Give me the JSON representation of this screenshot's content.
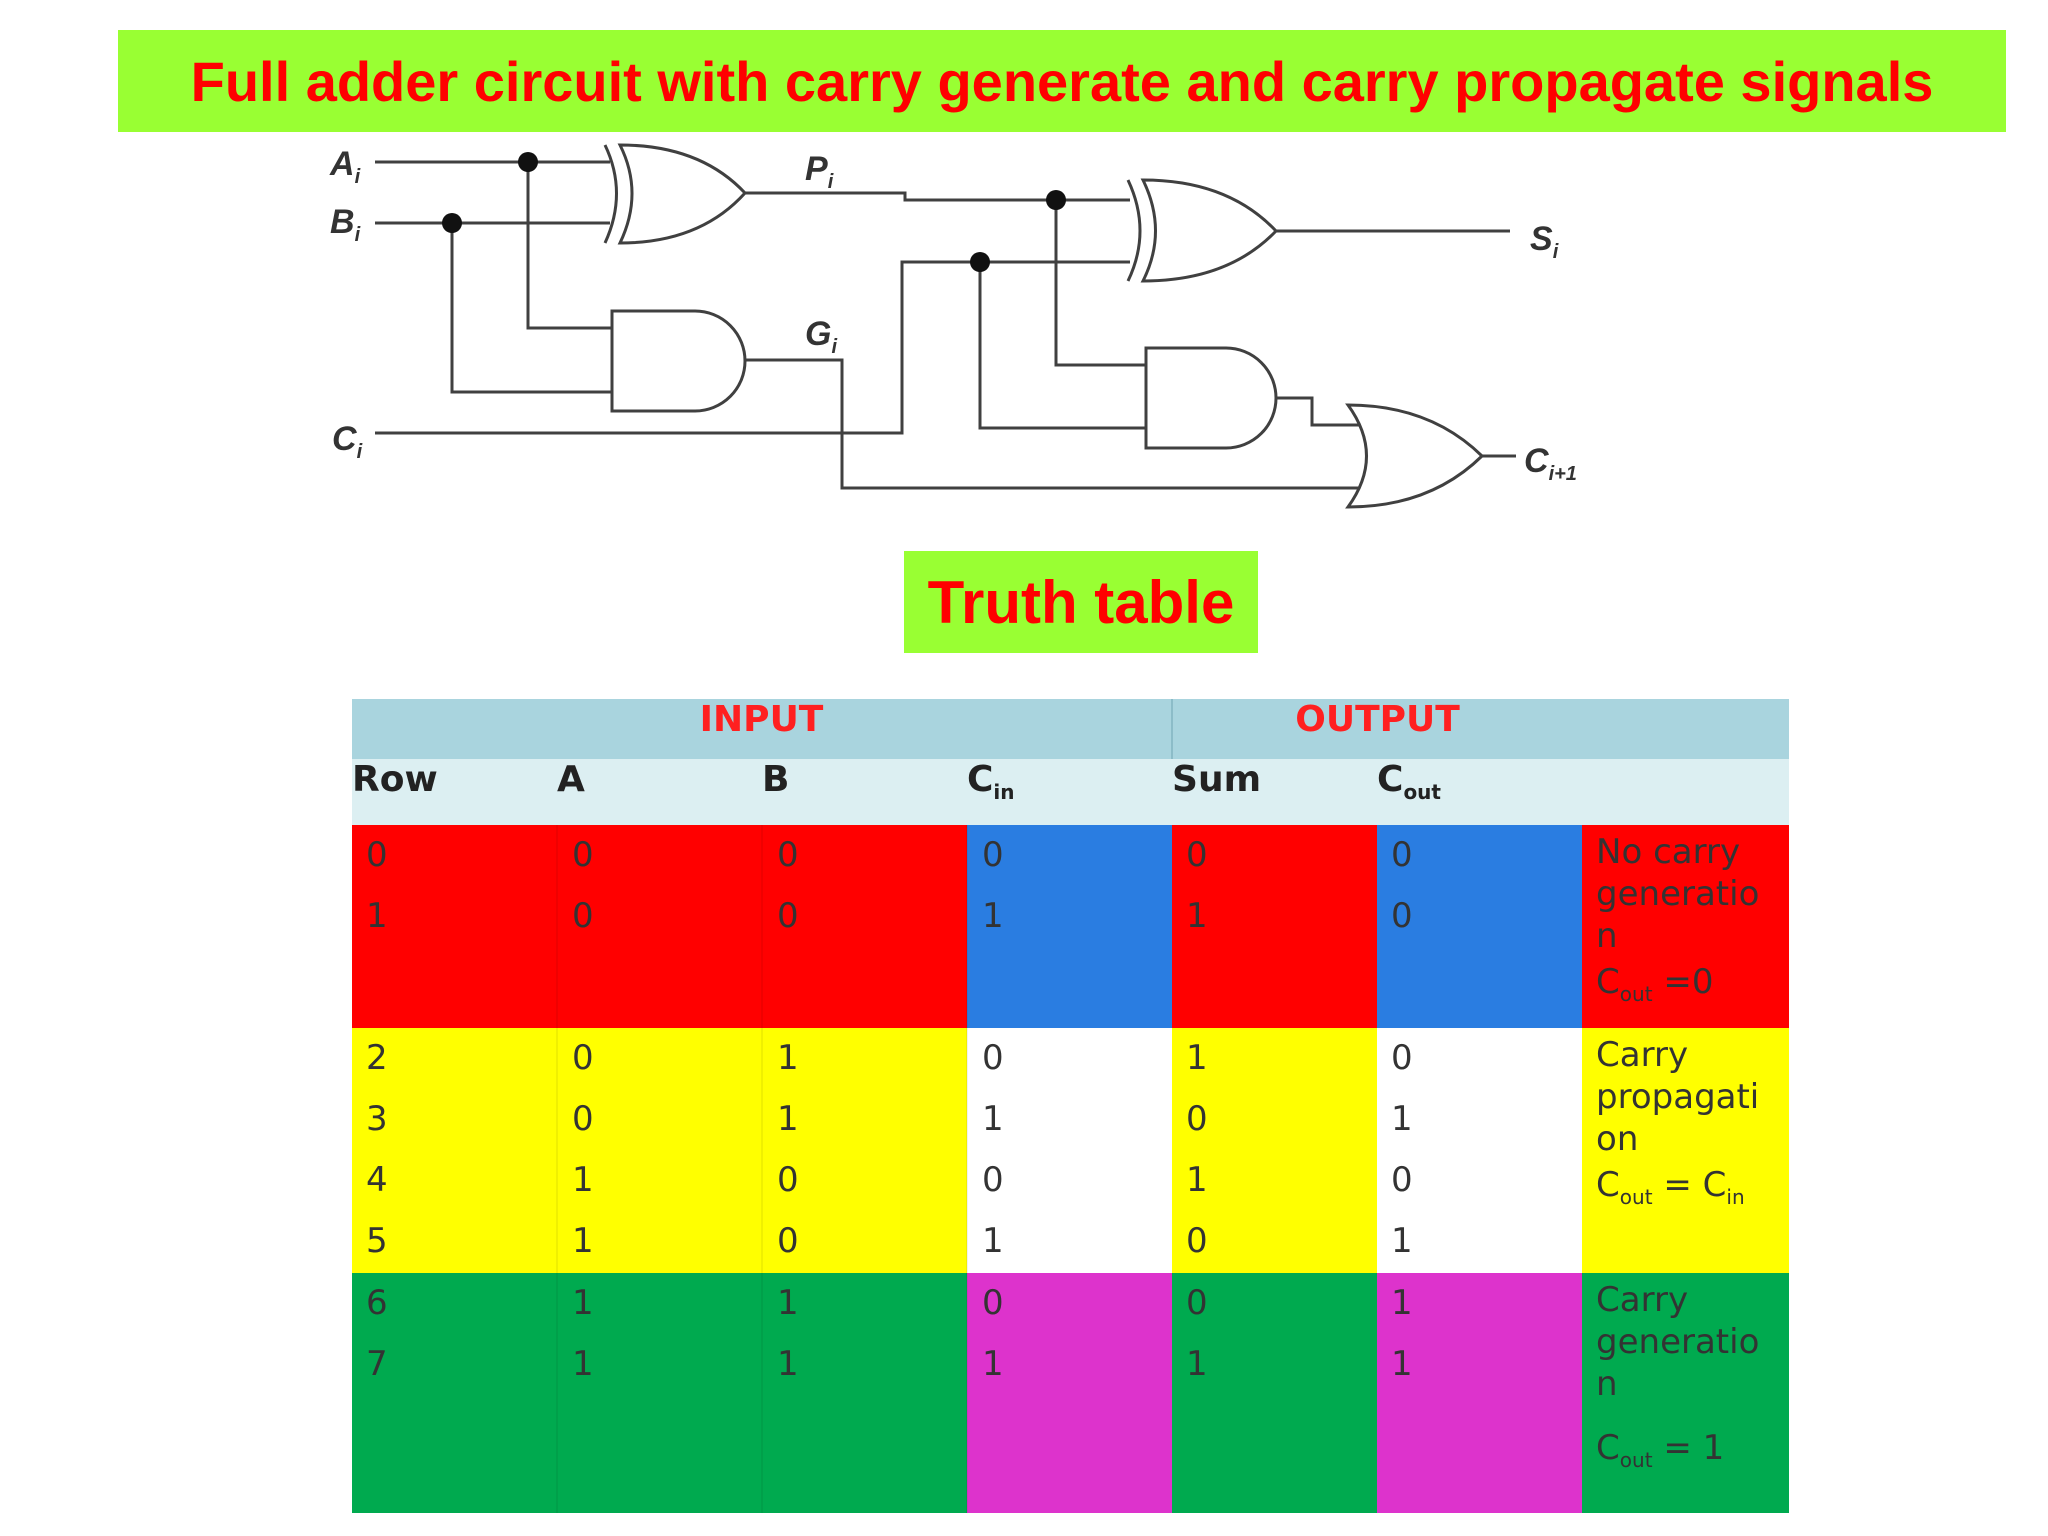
{
  "title": "Full adder circuit with carry generate and carry propagate signals",
  "subtitle": "Truth table",
  "circuit": {
    "inputs": [
      "A",
      "B",
      "C"
    ],
    "input_subscript": "i",
    "signal_p": "P",
    "signal_g": "G",
    "output_sum": "S",
    "output_carry": "C",
    "output_carry_subscript": "i+1",
    "gates": [
      "xor-gate",
      "and-gate",
      "xor-gate",
      "and-gate",
      "or-gate"
    ]
  },
  "table": {
    "group_headers": [
      "INPUT",
      "OUTPUT"
    ],
    "columns": {
      "row": "Row",
      "a": "A",
      "b": "B",
      "cin": "C",
      "cin_sub": "in",
      "sum": "Sum",
      "cout": "C",
      "cout_sub": "out"
    },
    "groups": [
      {
        "rows": [
          {
            "row": "0",
            "a": "0",
            "b": "0",
            "cin": "0",
            "sum": "0",
            "cout": "0"
          },
          {
            "row": "1",
            "a": "0",
            "b": "0",
            "cin": "1",
            "sum": "1",
            "cout": "0"
          }
        ],
        "note_lines": [
          "No carry",
          "generatio",
          "n"
        ],
        "note_formula": {
          "lhs": "C",
          "lhs_sub": "out",
          "rhs": " =0",
          "rhs_sub": ""
        },
        "colors": {
          "base": "#ff0000",
          "accent": "#2a7de1"
        }
      },
      {
        "rows": [
          {
            "row": "2",
            "a": "0",
            "b": "1",
            "cin": "0",
            "sum": "1",
            "cout": "0"
          },
          {
            "row": "3",
            "a": "0",
            "b": "1",
            "cin": "1",
            "sum": "0",
            "cout": "1"
          },
          {
            "row": "4",
            "a": "1",
            "b": "0",
            "cin": "0",
            "sum": "1",
            "cout": "0"
          },
          {
            "row": "5",
            "a": "1",
            "b": "0",
            "cin": "1",
            "sum": "0",
            "cout": "1"
          }
        ],
        "note_lines": [
          "Carry",
          "propagati",
          "on"
        ],
        "note_formula": {
          "lhs": "C",
          "lhs_sub": "out",
          "rhs": " = C",
          "rhs_sub": "in"
        },
        "colors": {
          "base": "#ffff00",
          "accent": "#ffffff"
        }
      },
      {
        "rows": [
          {
            "row": "6",
            "a": "1",
            "b": "1",
            "cin": "0",
            "sum": "0",
            "cout": "1"
          },
          {
            "row": "7",
            "a": "1",
            "b": "1",
            "cin": "1",
            "sum": "1",
            "cout": "1"
          }
        ],
        "note_lines": [
          "Carry",
          "generatio",
          "n"
        ],
        "note_formula": {
          "lhs": "C",
          "lhs_sub": "out",
          "rhs": " = 1",
          "rhs_sub": ""
        },
        "colors": {
          "base": "#00aa4f",
          "accent": "#dd33cc"
        }
      }
    ],
    "header_colors": {
      "group_row": "#a9d4de",
      "column_row": "#dceff2",
      "group_text": "#ff2020"
    }
  }
}
